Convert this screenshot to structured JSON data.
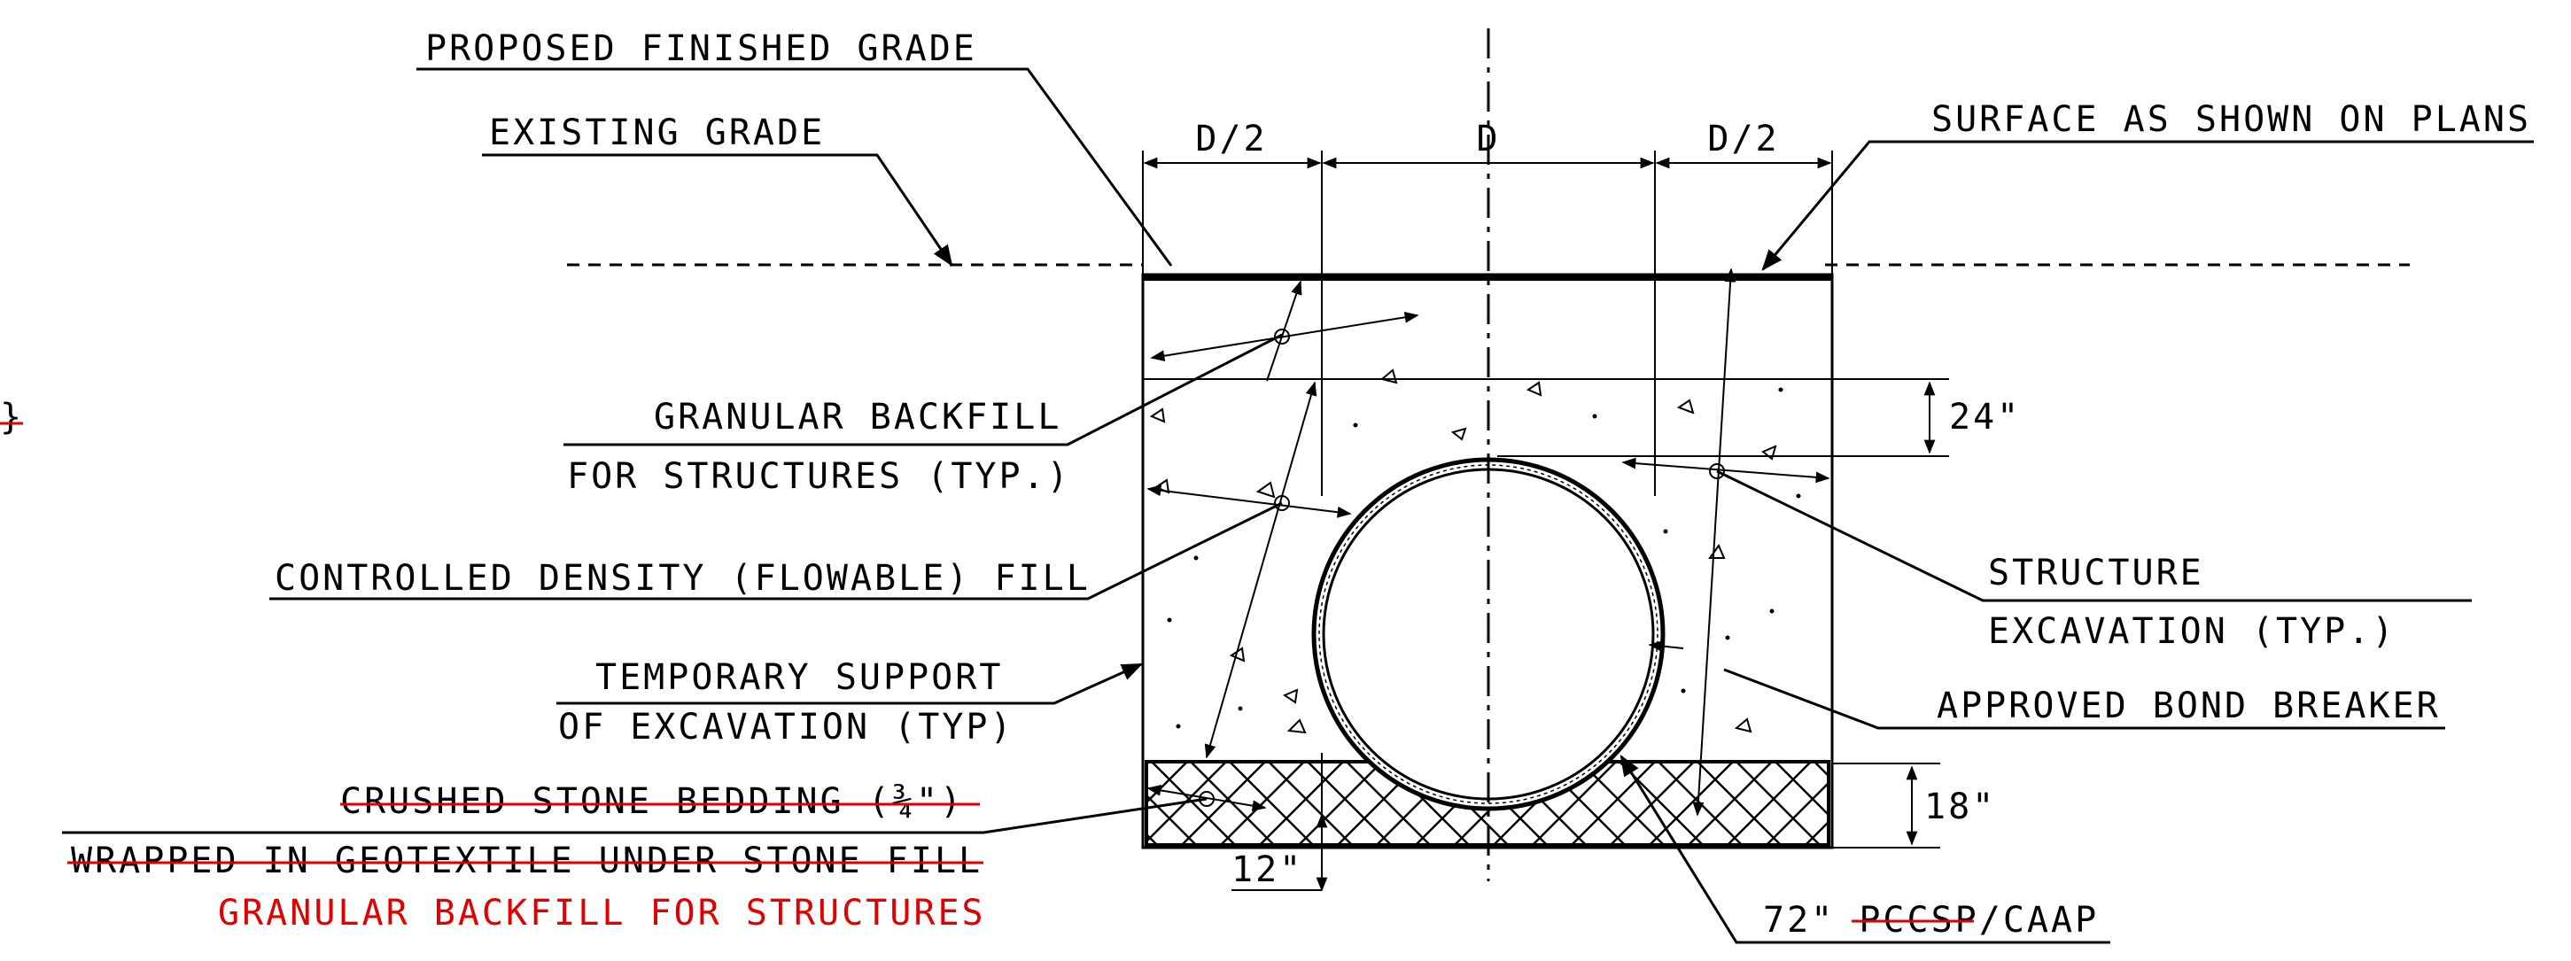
{
  "labels": {
    "proposed_finished_grade": "PROPOSED FINISHED GRADE",
    "existing_grade": "EXISTING GRADE",
    "surface_as_shown": "SURFACE AS SHOWN ON PLANS",
    "dim_d_half_left": "D/2",
    "dim_d": "D",
    "dim_d_half_right": "D/2",
    "dim_24": "24\"",
    "dim_18": "18\"",
    "dim_12": "12\"",
    "granular_backfill_1": "GRANULAR BACKFILL",
    "granular_backfill_2": "FOR STRUCTURES (TYP.)",
    "cdf": "CONTROLLED DENSITY (FLOWABLE) FILL",
    "temp_support_1": "TEMPORARY SUPPORT",
    "temp_support_2": "OF EXCAVATION (TYP)",
    "crushed_stone": "CRUSHED STONE BEDDING (¾\")",
    "wrapped_geotextile": "WRAPPED IN GEOTEXTILE UNDER STONE FILL",
    "granular_backfill_red": "GRANULAR BACKFILL FOR STRUCTURES",
    "structure_exc_1": "STRUCTURE",
    "structure_exc_2": "EXCAVATION (TYP.)",
    "bond_breaker": "APPROVED BOND BREAKER",
    "pipe_prefix": "72\"",
    "pipe_struck": "PCCSP",
    "pipe_suffix": "/CAAP",
    "edge_fragment": "}"
  },
  "colors": {
    "line": "#000000",
    "revision_red": "#e00000",
    "background": "#ffffff"
  }
}
